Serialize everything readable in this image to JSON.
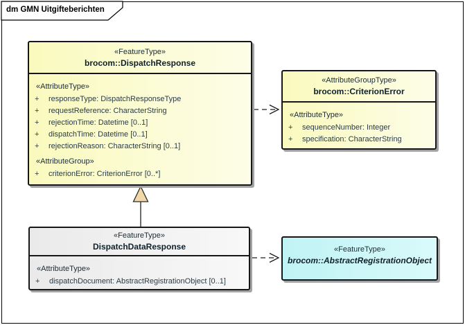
{
  "diagram": {
    "title": "dm GMN Uitgifteberichten"
  },
  "classes": {
    "dispatch_response": {
      "stereotype": "«FeatureType»",
      "name": "brocom::DispatchResponse",
      "sections": [
        {
          "label": "«AttributeType»",
          "attributes": [
            {
              "vis": "+",
              "text": "responseType: DispatchResponseType"
            },
            {
              "vis": "+",
              "text": "requestReference: CharacterString"
            },
            {
              "vis": "+",
              "text": "rejectionTime: Datetime [0..1]"
            },
            {
              "vis": "+",
              "text": "dispatchTime: Datetime [0..1]"
            },
            {
              "vis": "+",
              "text": "rejectionReason: CharacterString [0..1]"
            }
          ]
        },
        {
          "label": "«AttributeGroup»",
          "attributes": [
            {
              "vis": "+",
              "text": "criterionError: CriterionError [0..*]"
            }
          ]
        }
      ]
    },
    "criterion_error": {
      "stereotype": "«AttributeGroupType»",
      "name": "brocom::CriterionError",
      "sections": [
        {
          "label": "«AttributeType»",
          "attributes": [
            {
              "vis": "+",
              "text": "sequenceNumber: Integer"
            },
            {
              "vis": "+",
              "text": "specification: CharacterString"
            }
          ]
        }
      ]
    },
    "dispatch_data_response": {
      "stereotype": "«FeatureType»",
      "name": "DispatchDataResponse",
      "sections": [
        {
          "label": "«AttributeType»",
          "attributes": [
            {
              "vis": "+",
              "text": "dispatchDocument: AbstractRegistrationObject [0..1]"
            }
          ]
        }
      ]
    },
    "abstract_registration_object": {
      "stereotype": "«FeatureType»",
      "name": "brocom::AbstractRegistrationObject"
    }
  },
  "relations": {
    "generalization": {
      "type": "generalization",
      "from": "DispatchDataResponse",
      "to": "brocom::DispatchResponse"
    },
    "dependency_criterion_error": {
      "type": "dependency",
      "from": "brocom::DispatchResponse",
      "to": "brocom::CriterionError"
    },
    "dependency_abstract_registration_object": {
      "type": "dependency",
      "from": "DispatchDataResponse",
      "to": "brocom::AbstractRegistrationObject"
    }
  },
  "colors": {
    "class_yellow_left": "#fafabe",
    "class_yellow_right": "#fdfde8",
    "class_gray_left": "#eaeaea",
    "class_gray_right": "#f8f8f8",
    "class_cyan_left": "#c0f3f5",
    "class_cyan_right": "#d9fafa",
    "generalization_triangle": "#f2d8a8",
    "shadow": "#a3a3a3",
    "border": "#161618",
    "text": "#2a3b46"
  }
}
